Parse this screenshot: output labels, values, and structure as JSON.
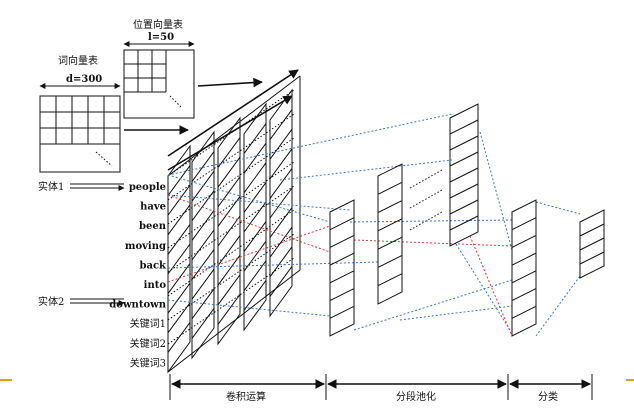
{
  "word_vector_table": {
    "title": "词向量表",
    "dim_label": "d=300"
  },
  "position_vector_table": {
    "title": "位置向量表",
    "dim_label": "l=50"
  },
  "entity1_label": "实体1",
  "entity2_label": "实体2",
  "input_words": [
    "people",
    "have",
    "been",
    "moving",
    "back",
    "into",
    "downtown",
    "关键词1",
    "关键词2",
    "关键词3"
  ],
  "stages": [
    {
      "label": "卷积运算"
    },
    {
      "label": "分段池化"
    },
    {
      "label": "分类"
    }
  ],
  "colors": {
    "relation_line_blue": "#3a78c9",
    "relation_line_red": "#d83a3a",
    "baseline_accent": "#e0a020"
  }
}
